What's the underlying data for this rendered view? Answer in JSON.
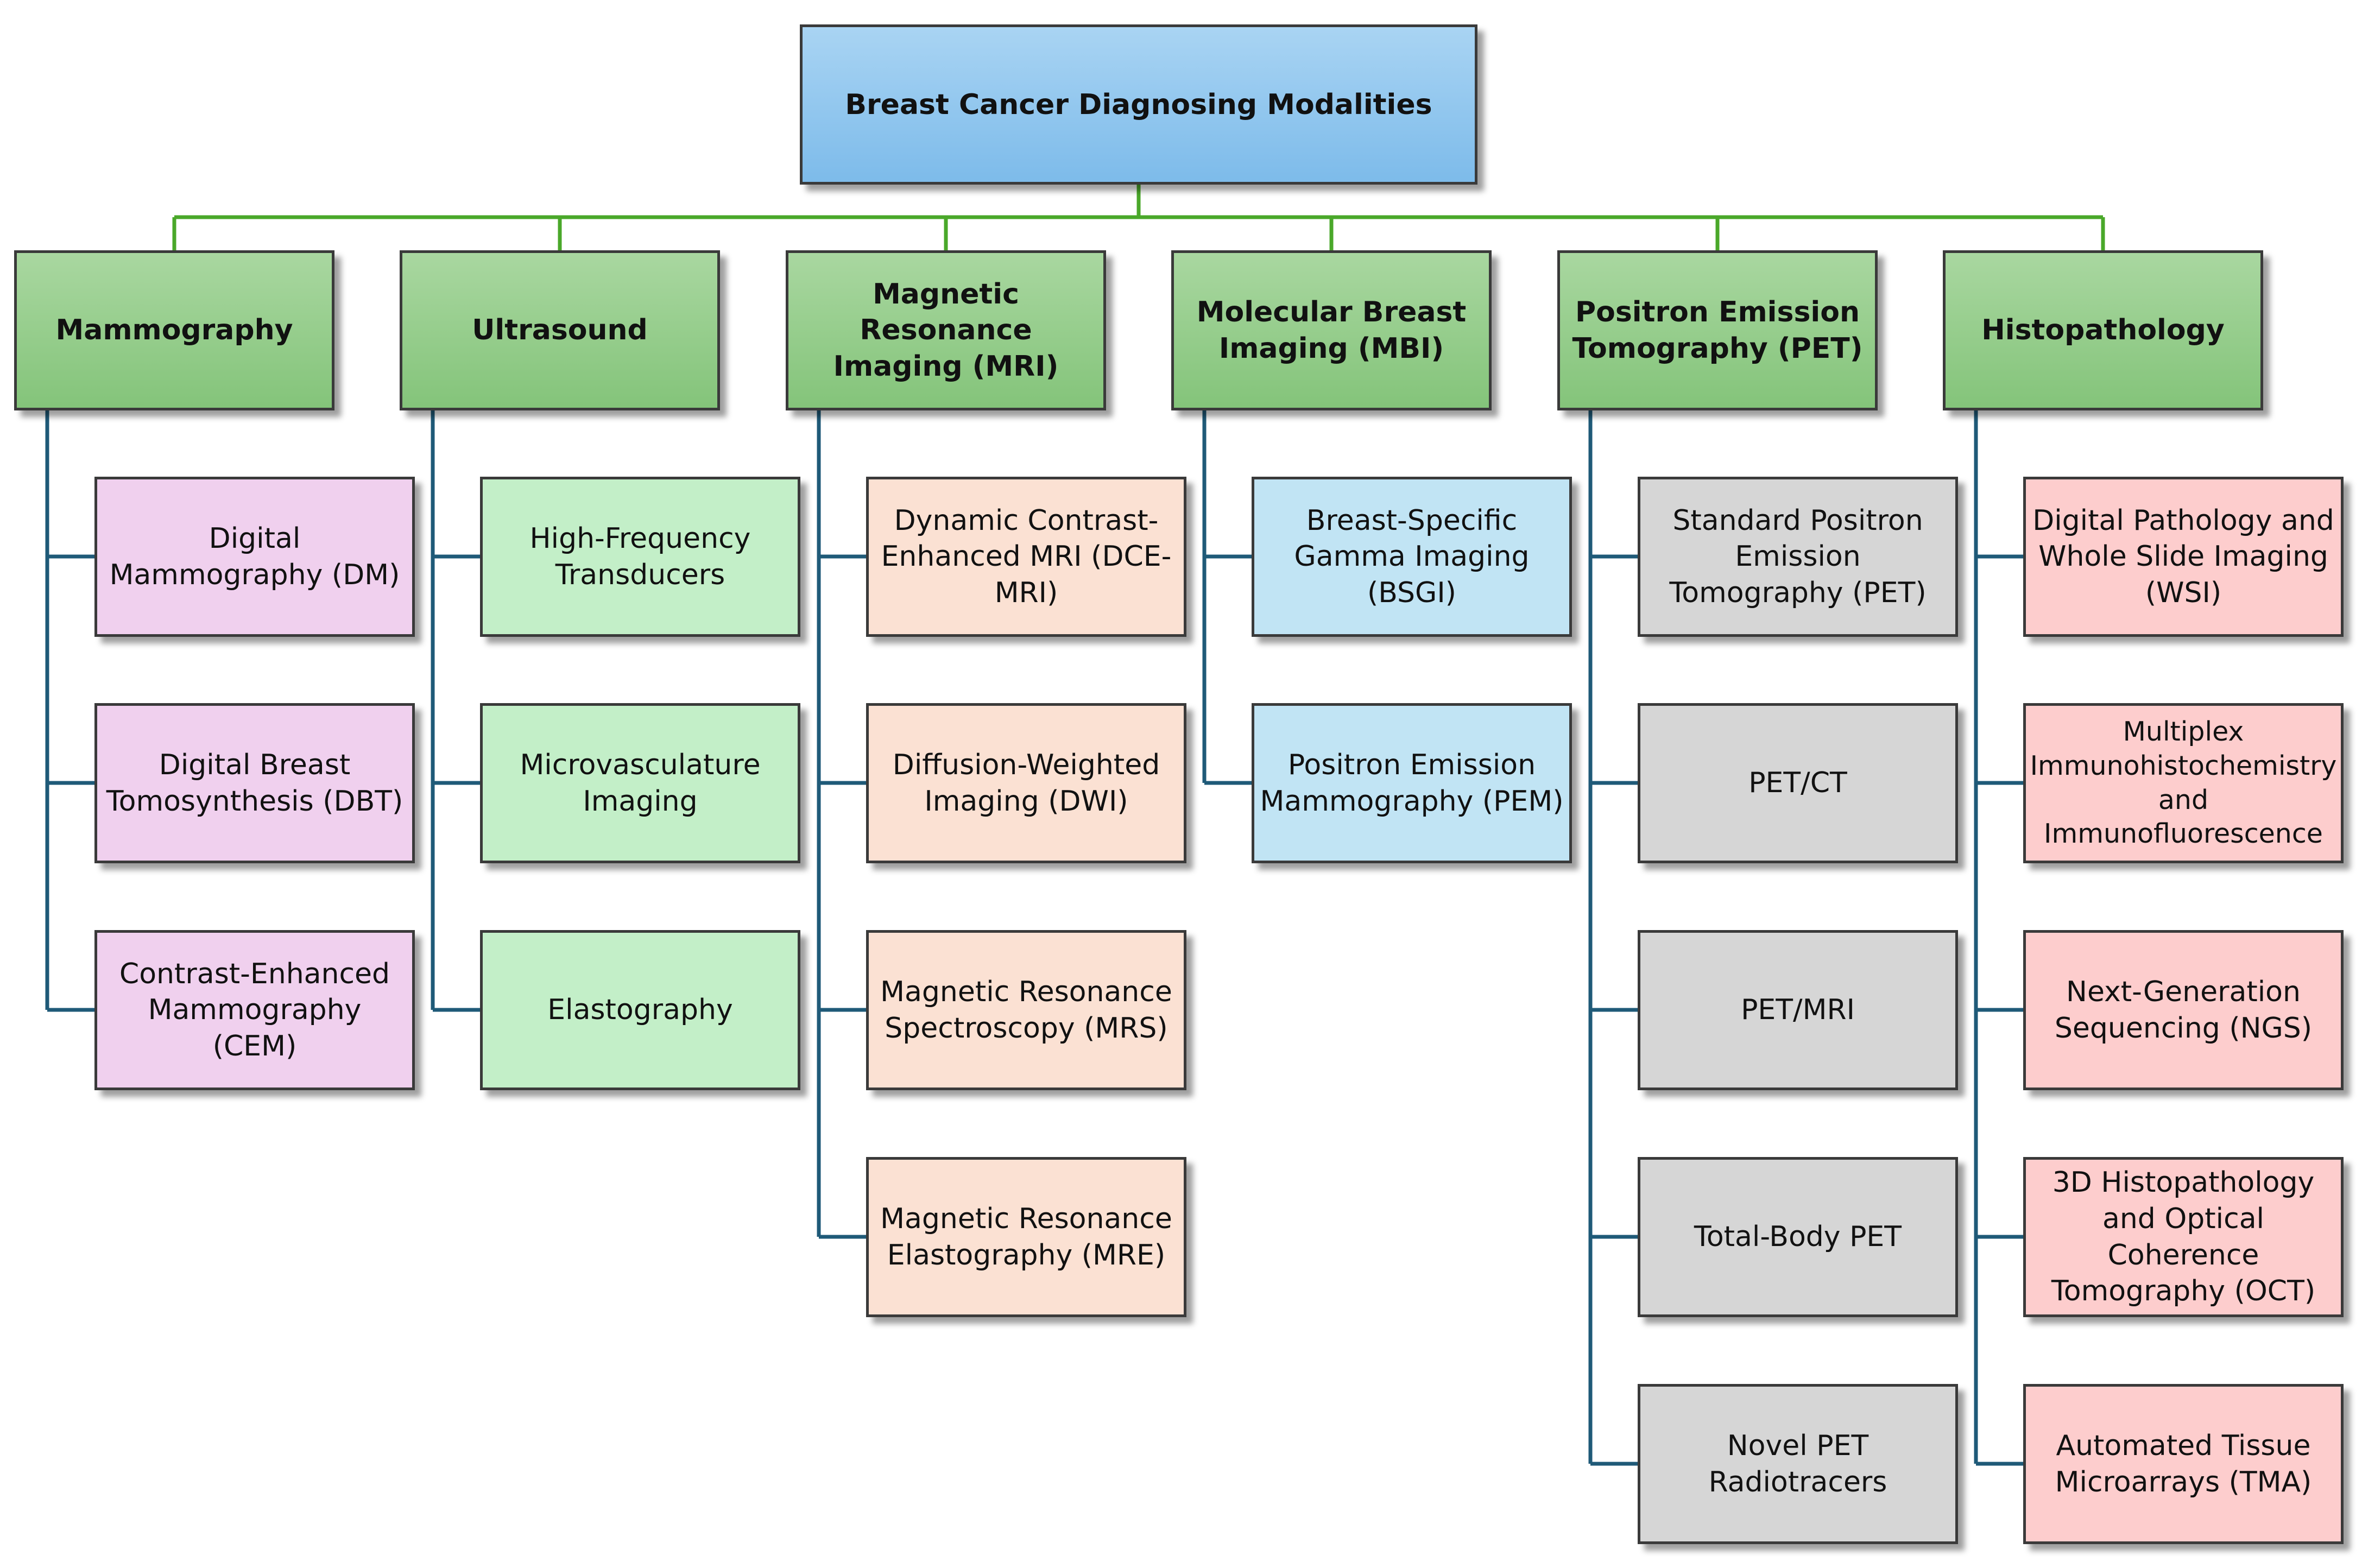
{
  "root": {
    "label": "Breast Cancer Diagnosing Modalities",
    "color": "#8cc6ee"
  },
  "connector_colors": {
    "top": "#4aa82a",
    "branch": "#1f5a78"
  },
  "categories": [
    {
      "label": "Mammography",
      "color": "#94cc8a",
      "leaf_color": "#f0d0ee",
      "items": [
        "Digital Mammography (DM)",
        "Digital Breast Tomosynthesis (DBT)",
        "Contrast-Enhanced Mammography (CEM)"
      ]
    },
    {
      "label": "Ultrasound",
      "color": "#94cc8a",
      "leaf_color": "#c3efc8",
      "items": [
        "High-Frequency Transducers",
        "Microvasculature Imaging",
        "Elastography"
      ]
    },
    {
      "label": "Magnetic Resonance Imaging (MRI)",
      "color": "#94cc8a",
      "leaf_color": "#fbe1d3",
      "items": [
        "Dynamic Contrast-Enhanced MRI (DCE-MRI)",
        "Diffusion-Weighted Imaging (DWI)",
        "Magnetic Resonance Spectroscopy (MRS)",
        "Magnetic Resonance Elastography (MRE)"
      ]
    },
    {
      "label": "Molecular Breast Imaging (MBI)",
      "color": "#94cc8a",
      "leaf_color": "#c1e4f4",
      "items": [
        "Breast-Specific Gamma Imaging (BSGI)",
        "Positron Emission Mammography (PEM)"
      ]
    },
    {
      "label": "Positron Emission Tomography (PET)",
      "color": "#94cc8a",
      "leaf_color": "#d6d6d6",
      "items": [
        "Standard Positron Emission Tomography (PET)",
        "PET/CT",
        "PET/MRI",
        "Total-Body PET",
        "Novel PET Radiotracers"
      ]
    },
    {
      "label": "Histopathology",
      "color": "#94cc8a",
      "leaf_color": "#fdcdcd",
      "items": [
        "Digital Pathology and Whole Slide Imaging (WSI)",
        "Multiplex Immunohistochemistry and Immunofluorescence",
        "Next-Generation Sequencing (NGS)",
        "3D Histopathology and Optical Coherence Tomography (OCT)",
        "Automated Tissue Microarrays (TMA)"
      ]
    }
  ]
}
